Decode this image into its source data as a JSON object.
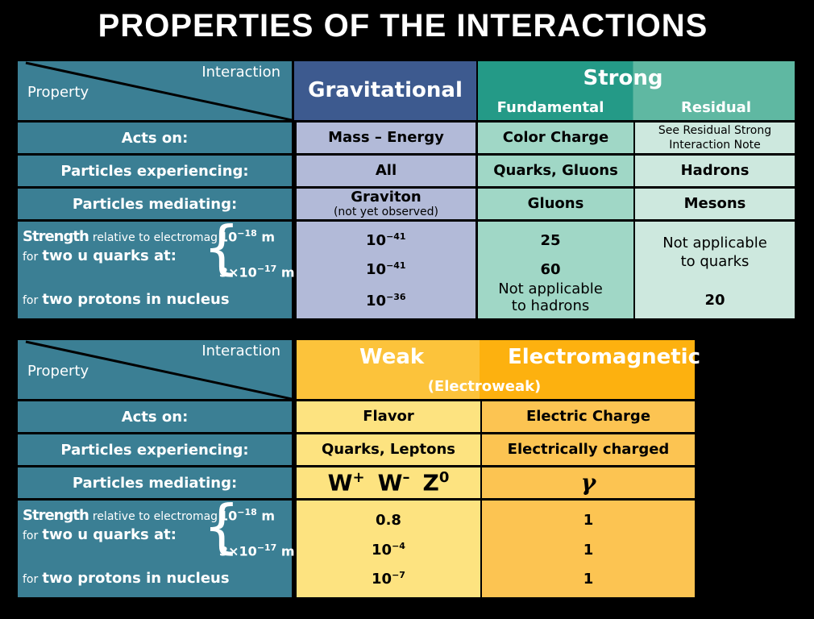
{
  "title": "PROPERTIES OF THE  INTERACTIONS",
  "colors": {
    "teal": "#3b7f94",
    "gravitational_header": "#3d5a8f",
    "gravitational_cell": "#b2bad8",
    "strong_header": "#249a87",
    "strong_header_residual": "#5fb8a2",
    "strong_fundamental_cell": "#a0d7c6",
    "strong_residual_cell": "#cde8de",
    "weak_header": "#fcc33b",
    "em_header": "#fdb10f",
    "weak_cell": "#fde380",
    "em_cell": "#fcc452"
  },
  "top_table": {
    "corner": {
      "interaction": "Interaction",
      "property": "Property"
    },
    "headers": {
      "gravitational": "Gravitational",
      "strong": "Strong",
      "fundamental": "Fundamental",
      "residual": "Residual"
    },
    "rows": {
      "acts_on": {
        "label": "Acts on:",
        "gravitational": "Mass – Energy",
        "fundamental": "Color Charge",
        "residual_line1": "See Residual Strong",
        "residual_line2": "Interaction Note"
      },
      "experiencing": {
        "label": "Particles experiencing:",
        "gravitational": "All",
        "fundamental": "Quarks, Gluons",
        "residual": "Hadrons"
      },
      "mediating": {
        "label": "Particles mediating:",
        "gravitational": "Graviton",
        "gravitational_note": "(not yet observed)",
        "fundamental": "Gluons",
        "residual": "Mesons"
      },
      "strength": {
        "strength_word": "Strength",
        "relative": "relative to electromag",
        "for1": "for",
        "two_u_quarks": "two u quarks at:",
        "for2": "for",
        "two_protons": "two protons in nucleus",
        "dist1_base": "10",
        "dist1_exp": "−18",
        "dist1_unit": "m",
        "dist2_prefix": "3×10",
        "dist2_exp": "−17",
        "dist2_unit": "m",
        "grav1_base": "10",
        "grav1_exp": "−41",
        "grav2_base": "10",
        "grav2_exp": "−41",
        "grav3_base": "10",
        "grav3_exp": "−36",
        "fund1": "25",
        "fund2": "60",
        "fund3_line1": "Not applicable",
        "fund3_line2": "to hadrons",
        "resid_na_line1": "Not applicable",
        "resid_na_line2": "to quarks",
        "resid3": "20"
      }
    }
  },
  "bottom_table": {
    "corner": {
      "interaction": "Interaction",
      "property": "Property"
    },
    "headers": {
      "weak": "Weak",
      "electromagnetic": "Electromagnetic",
      "electroweak": "(Electroweak)"
    },
    "rows": {
      "acts_on": {
        "label": "Acts on:",
        "weak": "Flavor",
        "em": "Electric Charge"
      },
      "experiencing": {
        "label": "Particles experiencing:",
        "weak": "Quarks, Leptons",
        "em": "Electrically charged"
      },
      "mediating": {
        "label": "Particles mediating:",
        "w_plus": "W",
        "w_plus_sup": "+",
        "w_minus": "W",
        "w_minus_sup": "–",
        "z": "Z",
        "z_sup": "0",
        "em": "γ"
      },
      "strength": {
        "strength_word": "Strength",
        "relative": "relative to electromag",
        "for1": "for",
        "two_u_quarks": "two u quarks at:",
        "for2": "for",
        "two_protons": "two protons in nucleus",
        "dist1_base": "10",
        "dist1_exp": "−18",
        "dist1_unit": "m",
        "dist2_prefix": "3×10",
        "dist2_exp": "−17",
        "dist2_unit": "m",
        "weak1": "0.8",
        "weak2_base": "10",
        "weak2_exp": "−4",
        "weak3_base": "10",
        "weak3_exp": "−7",
        "em1": "1",
        "em2": "1",
        "em3": "1"
      }
    }
  }
}
